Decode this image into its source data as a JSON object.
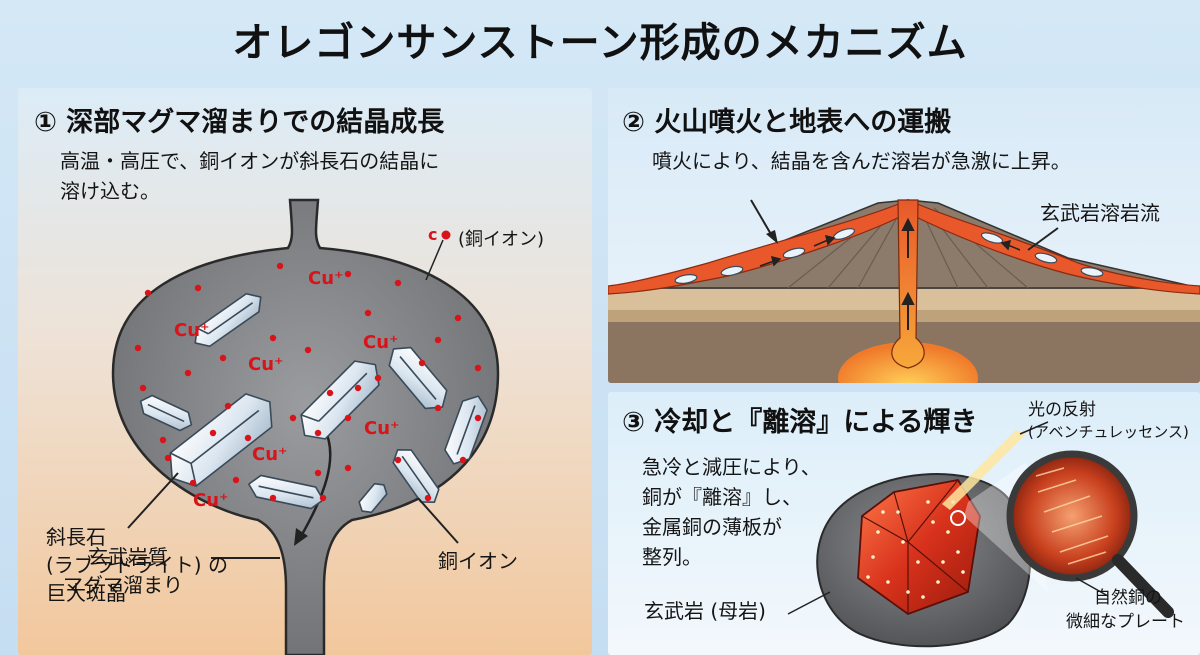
{
  "title": "オレゴンサンストーン形成のメカニズム",
  "panel1": {
    "title": "① 深部マグマ溜まりでの結晶成長",
    "text_line1": "高温・高圧で、銅イオンが斜長石の結晶に",
    "text_line2": "溶け込む。",
    "legend_symbol": "c",
    "legend_text": "(銅イオン)",
    "ion_label": "Cu⁺",
    "label_feldspar_1": "斜長石",
    "label_feldspar_2": "(ラブラドライト) の",
    "label_feldspar_3": "巨大斑晶",
    "label_copper_ion": "銅イオン",
    "label_magma_1": "玄武岩質",
    "label_magma_2": "マグマ溜まり"
  },
  "panel2": {
    "title": "② 火山噴火と地表への運搬",
    "text_line1": "噴火により、結晶を含んだ溶岩が急激に上昇。",
    "label_lava_flow": "玄武岩溶岩流"
  },
  "panel3": {
    "title": "③ 冷却と『離溶』による輝き",
    "text_line1": "急冷と減圧により、",
    "text_line2": "銅が『離溶』し、",
    "text_line3": "金属銅の薄板が",
    "text_line4": "整列。",
    "label_reflection_1": "光の反射",
    "label_reflection_2": "(アベンチュレッセンス)",
    "label_host_rock": "玄武岩 (母岩)",
    "label_platelets_1": "自然銅の",
    "label_platelets_2": "微細なプレート"
  },
  "colors": {
    "magma_gray": "#7b7d80",
    "copper_dot": "#d8141a",
    "lava_orange": "#e8582a",
    "sunstone_red": "#d8321c"
  }
}
